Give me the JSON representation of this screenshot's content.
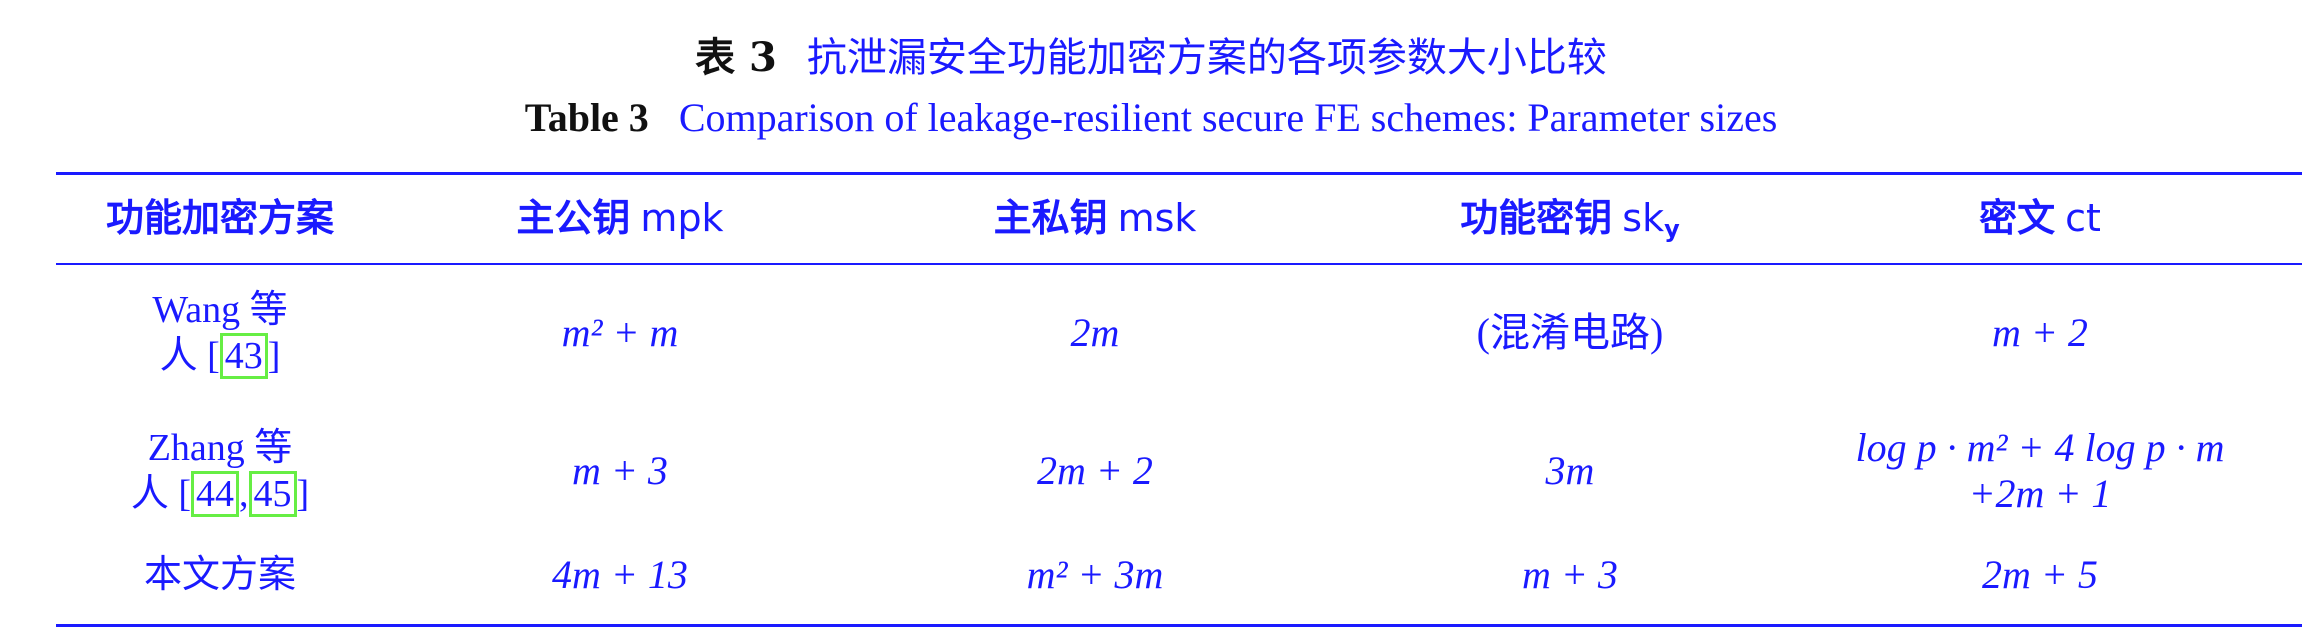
{
  "caption": {
    "zh_label": "表 3",
    "zh_title": "抗泄漏安全功能加密方案的各项参数大小比较",
    "en_label": "Table 3",
    "en_title": "Comparison of leakage-resilient secure FE schemes: Parameter sizes"
  },
  "table": {
    "headers": {
      "scheme": "功能加密方案",
      "mpk_zh": "主公钥",
      "mpk_sym": "mpk",
      "msk_zh": "主私钥",
      "msk_sym": "msk",
      "sky_zh": "功能密钥",
      "sky_sym": "sk",
      "sky_sub": "y",
      "ct_zh": "密文",
      "ct_sym": "ct"
    },
    "rows": [
      {
        "scheme_line1": "Wang 等",
        "scheme_line2_prefix": "人 [",
        "citations": [
          "43"
        ],
        "scheme_line2_suffix": "]",
        "mpk": "m² + m",
        "msk": "2m",
        "sky": "(混淆电路)",
        "ct": "m + 2"
      },
      {
        "scheme_line1": "Zhang 等",
        "scheme_line2_prefix": "人 [",
        "citations": [
          "44",
          "45"
        ],
        "citation_sep": ",",
        "scheme_line2_suffix": "]",
        "mpk": "m + 3",
        "msk": "2m + 2",
        "sky": "3m",
        "ct_line1": "log p · m² + 4 log p · m",
        "ct_line2": "+2m + 1"
      },
      {
        "scheme": "本文方案",
        "mpk": "4m + 13",
        "msk": "m² + 3m",
        "sky": "m + 3",
        "ct": "2m + 5"
      }
    ]
  },
  "colors": {
    "text": "#1a1aff",
    "label": "#111111",
    "citation_box": "#66ee44"
  }
}
